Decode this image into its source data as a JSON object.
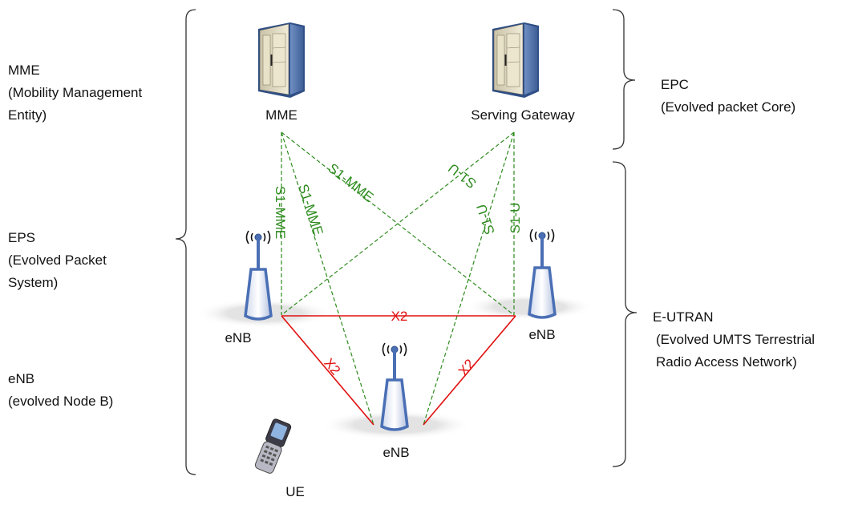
{
  "left_labels": {
    "mme": {
      "name": "MME",
      "line1": "(Mobility Management",
      "line2": "Entity)"
    },
    "eps": {
      "name": "EPS",
      "line1": "(Evolved Packet",
      "line2": "System)"
    },
    "enb": {
      "name": "eNB",
      "line1": "(evolved Node B)"
    }
  },
  "right_labels": {
    "epc": {
      "name": "EPC",
      "line1": "(Evolved packet Core)"
    },
    "eutran": {
      "name": "E-UTRAN",
      "line1": "(Evolved UMTS Terrestrial",
      "line2": "Radio Access Network)"
    }
  },
  "nodes": {
    "mme": "MME",
    "sgw": "Serving Gateway",
    "enb_left": "eNB",
    "enb_right": "eNB",
    "enb_bottom": "eNB",
    "ue": "UE"
  },
  "links": {
    "s1_mme": "S1-MME",
    "s1_u": "S1-U",
    "x2": "X2"
  },
  "colors": {
    "s1": "#2e8b1e",
    "x2": "#e01010",
    "antenna": "#4a6fb5",
    "coverage": "#e6e6e6"
  }
}
